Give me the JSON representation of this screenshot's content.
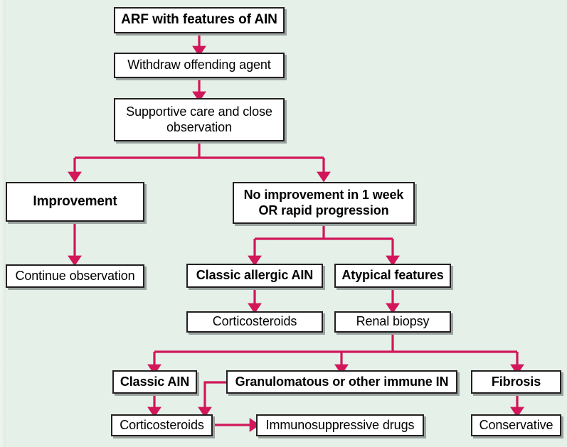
{
  "diagram": {
    "title": "ARF with features of AIN management algorithm",
    "background_color": "#E4F0E8",
    "box_fill_color": "#FFFFFF",
    "box_border_color": "#231F20",
    "box_shadow_color": "#9AA3A0",
    "connector_color": "#D2165A",
    "type": "flowchart"
  },
  "nodes": {
    "arf_with_features_of_ain": {
      "label": "ARF with features of AIN",
      "style": "bold"
    },
    "withdraw_offending_agent": {
      "label": "Withdraw offending agent",
      "style": "plain"
    },
    "supportive_care_line1": {
      "label": "Supportive care and close",
      "style": "plain"
    },
    "supportive_care_line2": {
      "label": "observation",
      "style": "plain"
    },
    "improvement": {
      "label": "Improvement",
      "style": "bold"
    },
    "no_improvement_line1": {
      "label": "No improvement in 1 week",
      "style": "bold"
    },
    "no_improvement_line2": {
      "label": "OR rapid progression",
      "style": "bold"
    },
    "continue_observation": {
      "label": "Continue observation",
      "style": "plain"
    },
    "classic_allergic_ain": {
      "label": "Classic allergic AIN",
      "style": "bold"
    },
    "atypical_features": {
      "label": "Atypical features",
      "style": "bold"
    },
    "corticosteroids_mid": {
      "label": "Corticosteroids",
      "style": "plain"
    },
    "renal_biopsy": {
      "label": "Renal biopsy",
      "style": "plain"
    },
    "classic_ain": {
      "label": "Classic AIN",
      "style": "bold"
    },
    "granulomatous_immune_in": {
      "label": "Granulomatous or other immune IN",
      "style": "bold"
    },
    "fibrosis": {
      "label": "Fibrosis",
      "style": "bold"
    },
    "corticosteroids_bottom": {
      "label": "Corticosteroids",
      "style": "plain"
    },
    "immunosuppressive_drugs": {
      "label": "Immunosuppressive drugs",
      "style": "plain"
    },
    "conservative": {
      "label": "Conservative",
      "style": "plain"
    }
  },
  "edges": [
    {
      "from": "arf_with_features_of_ain",
      "to": "withdraw_offending_agent"
    },
    {
      "from": "withdraw_offending_agent",
      "to": "supportive_care"
    },
    {
      "from": "supportive_care",
      "to": "improvement"
    },
    {
      "from": "supportive_care",
      "to": "no_improvement"
    },
    {
      "from": "improvement",
      "to": "continue_observation"
    },
    {
      "from": "no_improvement",
      "to": "classic_allergic_ain"
    },
    {
      "from": "no_improvement",
      "to": "atypical_features"
    },
    {
      "from": "classic_allergic_ain",
      "to": "corticosteroids_mid"
    },
    {
      "from": "atypical_features",
      "to": "renal_biopsy"
    },
    {
      "from": "renal_biopsy",
      "to": "classic_ain"
    },
    {
      "from": "renal_biopsy",
      "to": "granulomatous_immune_in"
    },
    {
      "from": "renal_biopsy",
      "to": "fibrosis"
    },
    {
      "from": "classic_ain",
      "to": "corticosteroids_bottom"
    },
    {
      "from": "granulomatous_immune_in",
      "to": "corticosteroids_bottom"
    },
    {
      "from": "corticosteroids_bottom",
      "to": "immunosuppressive_drugs"
    },
    {
      "from": "fibrosis",
      "to": "conservative"
    }
  ]
}
